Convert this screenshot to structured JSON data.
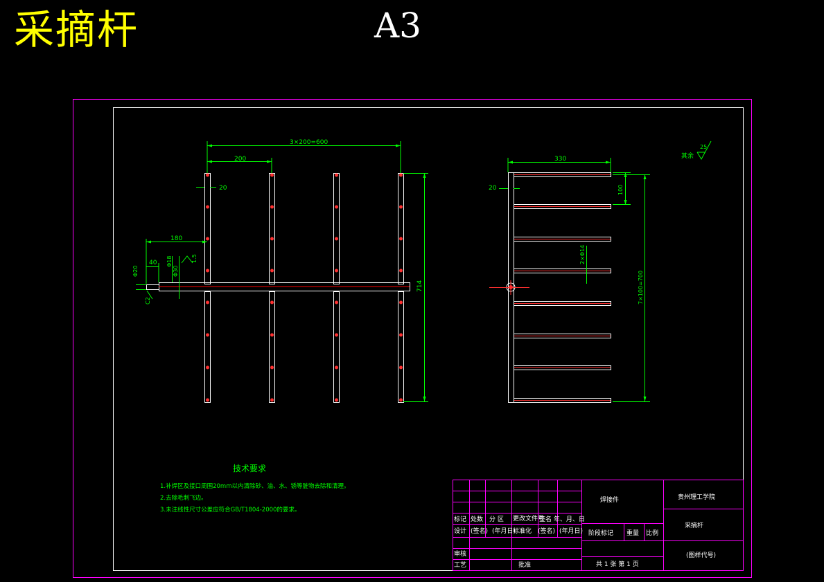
{
  "header": {
    "title": "采摘杆",
    "sheet_size": "A3"
  },
  "front_view": {
    "dims": {
      "total_spacing": "3×200=600",
      "spacing": "200",
      "tine_width": "20",
      "length_180": "180",
      "length_40": "40",
      "dia_30": "Φ30",
      "dia_20": "Φ20",
      "dia_18": "Φ18",
      "weld": "1.5",
      "chamfer": "C2",
      "height": "714"
    }
  },
  "side_view": {
    "dims": {
      "length": "330",
      "width": "20",
      "spacing": "100",
      "ball": "2×Φ14",
      "total": "7×100=700"
    }
  },
  "roughness": {
    "label": "其余",
    "value": "25"
  },
  "tech_requirements": {
    "title": "技术要求",
    "items": [
      "1.补焊区及接口周围20mm以内清除砂、油、水、锈等脏物去除和清理。",
      "2.去除毛刺飞边。",
      "3.未注线性尺寸公差应符合GB/T1804-2000的要求。"
    ]
  },
  "title_block": {
    "material": "焊接件",
    "school": "贵州理工学院",
    "part_name": "采摘杆",
    "drawing_no": "(图样代号)",
    "sheets": "共 1 张  第 1 页",
    "row_labels": {
      "mark": "标记",
      "count": "处数",
      "zone": "分 区",
      "change_doc": "更改文件号",
      "sign_date": "签名   年、月、日",
      "design": "设计",
      "sign": "(签名)",
      "date": "(年月日)",
      "standard": "标准化",
      "sign2": "(签名)",
      "date2": "(年月日)",
      "stage": "阶段标记",
      "weight": "重量",
      "scale": "比例",
      "review": "审核",
      "process": "工艺",
      "approve": "批准"
    }
  }
}
